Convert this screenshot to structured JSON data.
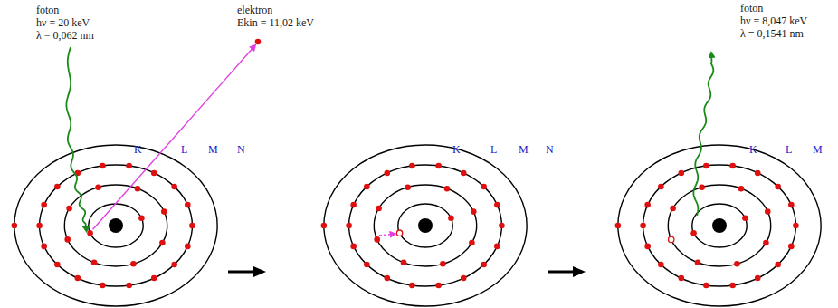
{
  "diagram": {
    "labels": [
      "foton",
      "hν = 20 keV",
      "λ = 0,062 nm",
      "elektron",
      "Ekin = 11,02 keV",
      "K",
      "L",
      "M",
      "N",
      "K",
      "L",
      "M",
      "N",
      "foton",
      "hν = 8,047 keV",
      "λ = 0,1541 nm",
      "K",
      "L",
      "M"
    ]
  }
}
